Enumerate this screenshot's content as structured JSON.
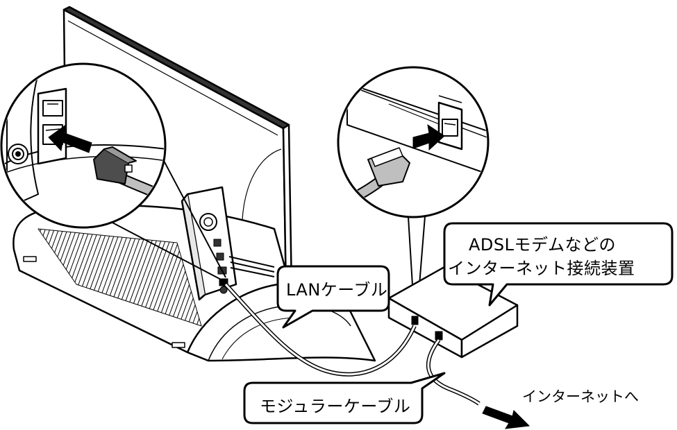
{
  "labels": {
    "lan_cable": "LANケーブル",
    "modular_cable": "モジュラーケーブル",
    "modem_line1": "ADSLモデムなどの",
    "modem_line2": "インターネット接続装置",
    "to_internet": "インターネットへ"
  },
  "colors": {
    "line": "#000000",
    "background": "#ffffff",
    "shade": "#bfbfbf",
    "dark_shade": "#4d4d4d"
  }
}
